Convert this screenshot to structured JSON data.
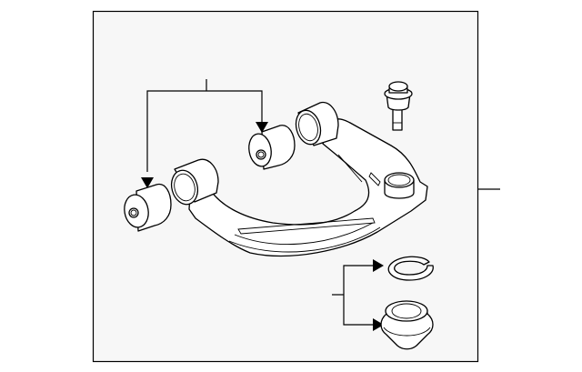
{
  "diagram": {
    "kind": "exploded parts illustration",
    "colors": {
      "panel_background": "#f7f7f7",
      "panel_border": "#000000",
      "part_fill": "#ffffff",
      "line": "#000000",
      "page_background": "#ffffff"
    },
    "parts": [
      {
        "id": "upper-control-arm",
        "callout": "main-assembly-leader"
      },
      {
        "id": "bushing-front",
        "callout": "bushing-leader"
      },
      {
        "id": "bushing-rear",
        "callout": "bushing-leader"
      },
      {
        "id": "ball-joint-bolt",
        "callout": "none"
      },
      {
        "id": "retaining-clip",
        "callout": "boot-kit-leader"
      },
      {
        "id": "dust-boot",
        "callout": "boot-kit-leader"
      }
    ]
  }
}
